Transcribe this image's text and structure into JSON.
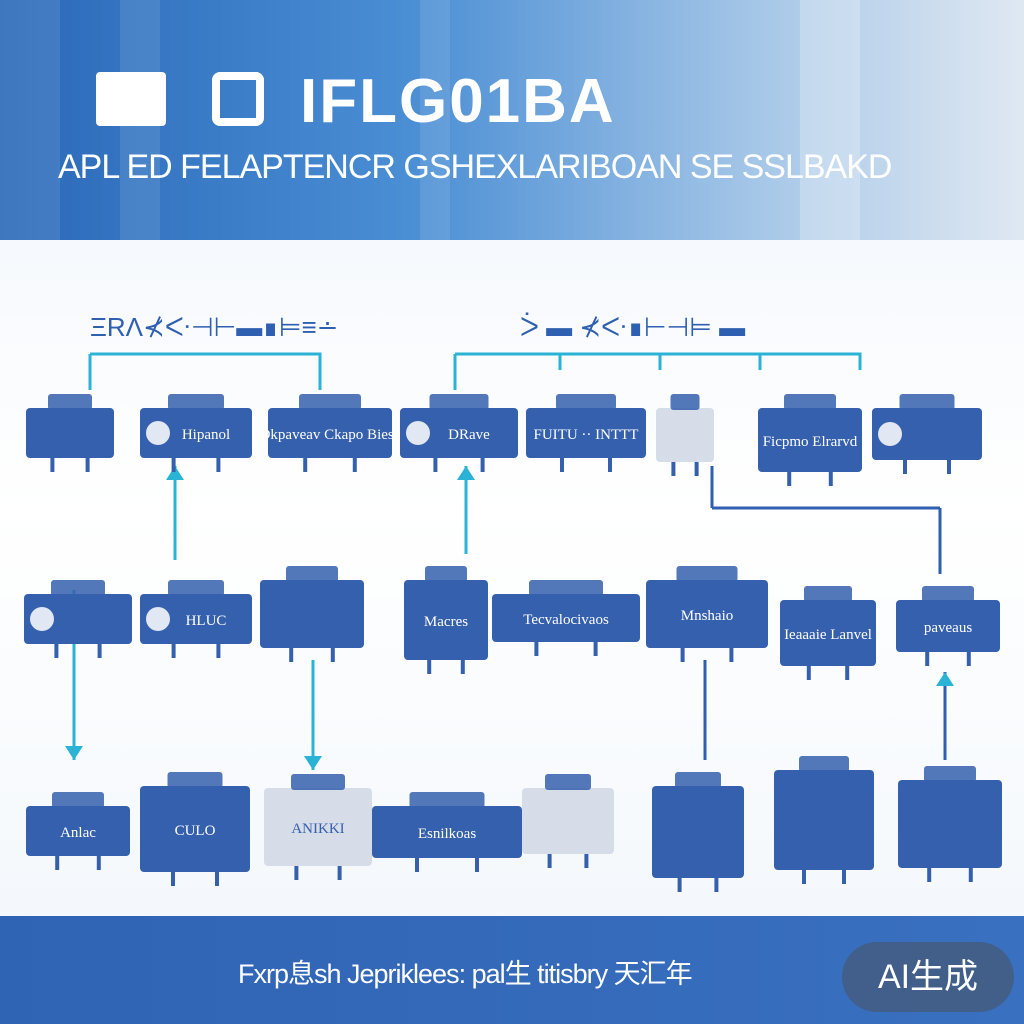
{
  "header": {
    "title": "IFLG01ΒA",
    "subtitle": "APL  ED FELAPTENCR GSHEXLARIBOAN SE SSLBAKD"
  },
  "diagram": {
    "group_labels": [
      "ΞRΛ⊀ᑅ⊣⊢▬∎⊨≡∸",
      "ᐴ ▬ ⊀ᑅ∎⊢⊣⊨ ▬"
    ],
    "nodes": [
      {
        "id": "r1n1",
        "label": ""
      },
      {
        "id": "r1n2",
        "label": "Hipanol"
      },
      {
        "id": "r1n3",
        "label": "Dkpaveav Ckapo Biesa"
      },
      {
        "id": "r1n4",
        "label": "DRave"
      },
      {
        "id": "r1n5",
        "label": "FUITU ·· INTTT"
      },
      {
        "id": "r1n6",
        "label": ""
      },
      {
        "id": "r1n7",
        "label": "Ficpmo Elrarvd"
      },
      {
        "id": "r1n8",
        "label": ""
      },
      {
        "id": "r2n1",
        "label": ""
      },
      {
        "id": "r2n2",
        "label": "HLUC"
      },
      {
        "id": "r2n3",
        "label": ""
      },
      {
        "id": "r2n4",
        "label": "Macres"
      },
      {
        "id": "r2n5",
        "label": "Tecvalocivaos"
      },
      {
        "id": "r2n6",
        "label": "Mnshaio"
      },
      {
        "id": "r2n7",
        "label": "Ieaaaie Lanvel"
      },
      {
        "id": "r2n8",
        "label": "paveaus"
      },
      {
        "id": "r3n1",
        "label": "Anlac"
      },
      {
        "id": "r3n2",
        "label": "CULO"
      },
      {
        "id": "r3n3",
        "label": "ANIKKI"
      },
      {
        "id": "r3n4",
        "label": "Esnilkoas"
      },
      {
        "id": "r3n5",
        "label": ""
      },
      {
        "id": "r3n6",
        "label": ""
      },
      {
        "id": "r3n7",
        "label": ""
      },
      {
        "id": "r3n8",
        "label": ""
      }
    ]
  },
  "footer": {
    "text": "Fxrp息sh Jepriklees: pal生 titisbry 天汇年"
  },
  "badge": {
    "label": "AI生成"
  },
  "colors": {
    "node_fill": "#3560ad",
    "node_text": "#ffffff",
    "light_node_fill": "#d6dde8",
    "connector": "#2bb3d6",
    "dark_connector": "#2f5fb0",
    "header_start": "#2a68b8",
    "footer": "#3167b8"
  },
  "icons": [
    "machine-icon",
    "gear-icon",
    "monitor-icon",
    "robot-icon",
    "truck-icon",
    "box-icon",
    "lamp-icon",
    "cabinet-icon",
    "keypad-icon"
  ]
}
